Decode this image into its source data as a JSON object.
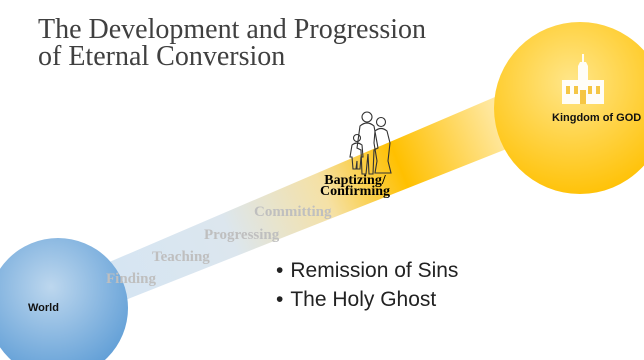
{
  "title": {
    "line1": "The Development and Progression",
    "line2": "of Eternal Conversion"
  },
  "start_node": {
    "label": "World"
  },
  "end_node": {
    "label": "Kingdom of GOD"
  },
  "stages": [
    "Finding",
    "Teaching",
    "Progressing",
    "Committing"
  ],
  "current_stage": {
    "line1": "Baptizing/",
    "line2": "Confirming"
  },
  "bullets": [
    "Remission of Sins",
    "The Holy Ghost"
  ],
  "colors": {
    "world_circle": "#5b9bd5",
    "kingdom_circle": "#ffc000",
    "path_start": "#bdd7ee",
    "path_end": "#ffc000",
    "stage_text_inactive": "#bfbfbf",
    "stage_text_active": "#000000"
  },
  "icons": {
    "world_circle": "world-circle",
    "kingdom_circle": "kingdom-circle",
    "temple": "temple-icon",
    "family": "family-icon"
  }
}
